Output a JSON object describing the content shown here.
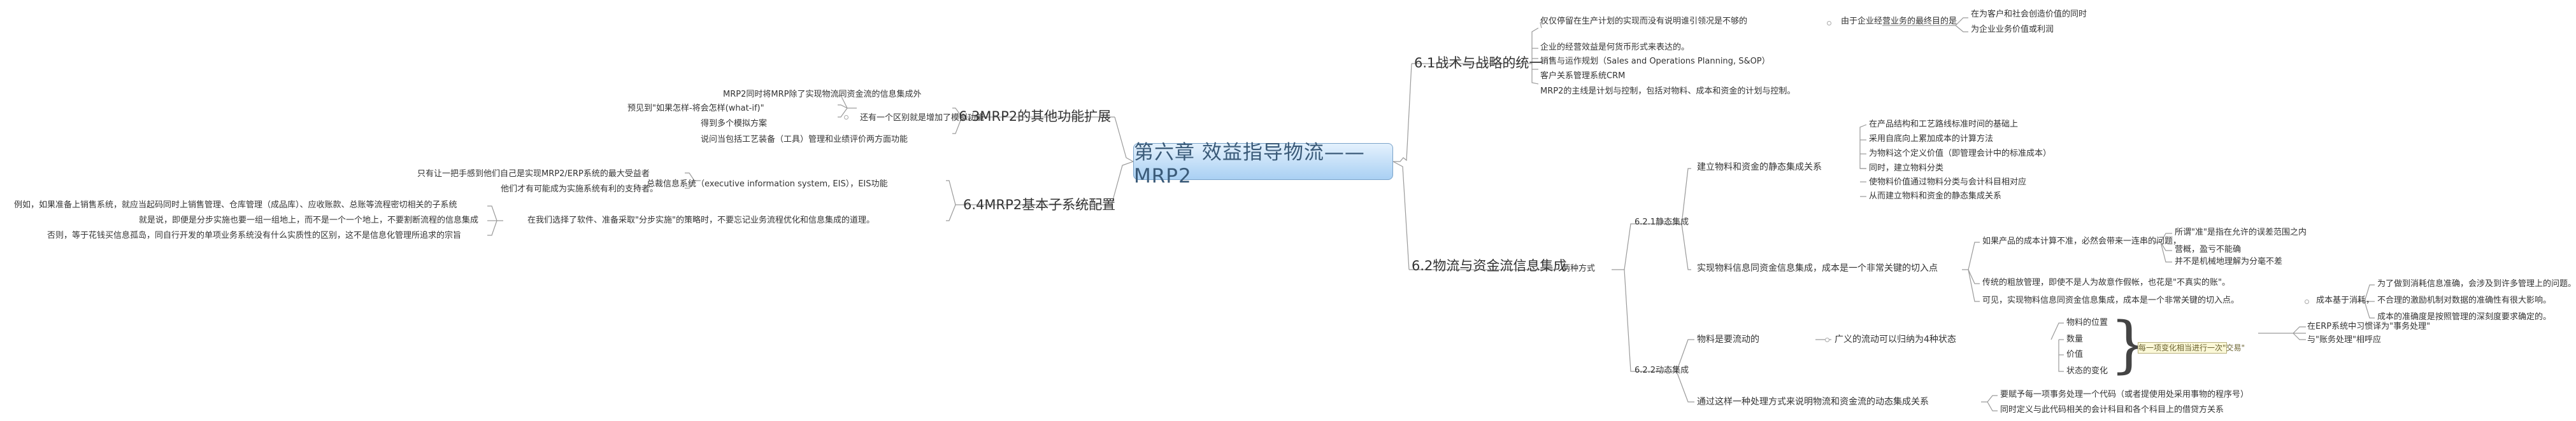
{
  "root": "第六章 效益指导物流——MRP2",
  "right": {
    "b1": {
      "label": "6.1战术与战略的统一",
      "items": [
        "仅仅停留在生产计划的实现而没有说明谁引领况是不够的",
        "由于企业经营业务的最终目的是",
        "在为客户和社会创造价值的同时",
        "为企业业务价值或利润",
        "企业的经营效益是何货币形式来表达的。",
        "销售与运作规划（Sales and Operations Planning, S&OP）",
        "客户关系管理系统CRM",
        "MRP2的主线是计划与控制，包括对物料、成本和资金的计划与控制。"
      ]
    },
    "b2": {
      "label": "6.2物流与资金流信息集成",
      "two": "两种方式",
      "s1": "6.2.1静态集成",
      "s1a": "建立物料和资金的静态集成关系",
      "s1a_items": [
        "在产品结构和工艺路线标准时间的基础上",
        "采用自底向上累加成本的计算方法",
        "为物料这个定义价值（即管理会计中的标准成本）",
        "同时，建立物料分类",
        "使物料价值通过物料分类与会计科目相对应",
        "从而建立物料和资金的静态集成关系"
      ],
      "s1b": "实现物料信息同资金信息集成，成本是一个非常关键的切入点",
      "s1b_items": [
        "如果产品的成本计算不准，必然会带来一连串的问题，",
        "所谓\"准\"是指在允许的误差范围之内",
        "营概，盈亏不能确",
        "并不是机械地理解为分毫不差",
        "传统的粗放管理，即使不是人为故意作假帐，也花是\"不真实的账\"。",
        "可见，实现物料信息同资金信息集成，成本是一个非常关键的切入点。",
        "成本基于消耗，",
        "为了做到消耗信息准确，会涉及到许多管理上的问题。",
        "不合理的激励机制对数据的准确性有很大影响。",
        "成本的准确度是按照管理的深刻度要求确定的。"
      ],
      "s2": "6.2.2动态集成",
      "s2a": "物料是要流动的",
      "s2a_mid": "广义的流动可以归纳为4种状态",
      "s2a_states": [
        "物料的位置",
        "数量",
        "价值",
        "状态的变化"
      ],
      "s2a_hi": "每一项变化相当进行一次\"交易\"",
      "s2a_r": [
        "在ERP系统中习惯译为\"事务处理\"",
        "与\"账务处理\"相呼应"
      ],
      "s2b": "通过这样一种处理方式来说明物流和资金流的动态集成关系",
      "s2b_items": [
        "要赋予每一项事务处理一个代码（或者提使用处采用事物的程序号）",
        "同时定义与此代码相关的会计科目和各个科目上的借贷方关系"
      ]
    }
  },
  "left": {
    "b3": {
      "label": "6.3MRP2的其他功能扩展",
      "items": [
        "MRP2同时将MRP除了实现物流同资金流的信息集成外",
        "还有一个区别就是增加了模拟功能",
        "预见到\"如果怎样-将会怎样(what-if)\"",
        "得到多个模拟方案",
        "说问当包括工艺装备（工具）管理和业绩评价两方面功能"
      ]
    },
    "b4": {
      "label": "6.4MRP2基本子系统配置",
      "eis": "总裁信息系统（executive information system, EIS），EIS功能",
      "eis_items": [
        "只有让一把手感到他们自己是实现MRP2/ERP系统的最大受益者",
        "他们才有可能成为实施系统有利的支持者。"
      ],
      "sel": "在我们选择了软件、准备采取\"分步实施\"的策略时，不要忘记业务流程优化和信息集成的道理。",
      "sel_items": [
        "例如，如果准备上销售系统，就应当起码同时上销售管理、仓库管理（成品库）、应收账款、总账等流程密切相关的子系统",
        "就是说，即便是分步实施也要一组一组地上，而不是一个一个地上，不要割断流程的信息集成",
        "否则，等于花钱买信息孤岛，同自行开发的单项业务系统没有什么实质性的区别，这不是信息化管理所追求的宗旨"
      ]
    }
  },
  "colors": {
    "line": "#9a9a9a",
    "root_top": "#e4f1fd",
    "root_bottom": "#a9d0f3",
    "hi_bg": "#fbf8d8"
  }
}
